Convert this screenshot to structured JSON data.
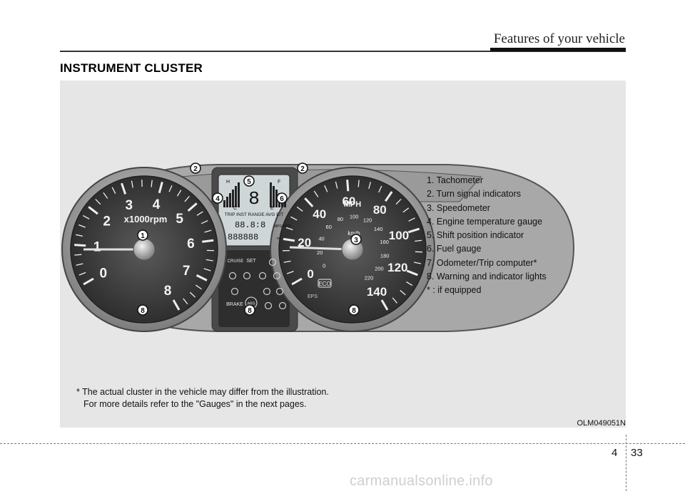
{
  "header": {
    "section": "Features of your vehicle"
  },
  "title": "INSTRUMENT CLUSTER",
  "legend": [
    "1. Tachometer",
    "2. Turn signal indicators",
    "3. Speedometer",
    "4. Engine temperature gauge",
    "5. Shift position indicator",
    "6. Fuel gauge",
    "7. Odometer/Trip computer*",
    "8. Warning and indicator lights",
    "* : if equipped"
  ],
  "note": {
    "line1": "* The actual cluster in the vehicle may differ from the illustration.",
    "line2": "For more details refer to the \"Gauges\" in the next pages."
  },
  "image_code": "OLM049051N",
  "footer": {
    "chapter": "4",
    "page": "33"
  },
  "watermark": "carmanualsonline.info",
  "tachometer": {
    "numbers": [
      "0",
      "1",
      "2",
      "3",
      "4",
      "5",
      "6",
      "7",
      "8"
    ],
    "unit": "x1000rpm"
  },
  "speedometer": {
    "mph_numbers": [
      "0",
      "20",
      "40",
      "60",
      "80",
      "100",
      "120",
      "140"
    ],
    "kmh_numbers": [
      "0",
      "20",
      "40",
      "60",
      "80",
      "100",
      "120",
      "140",
      "160",
      "180",
      "200",
      "220"
    ],
    "mph_label": "MPH",
    "kmh_label": "km/h",
    "eco_label": "ECO",
    "eps_label": "EPS"
  },
  "center_display": {
    "temp_h": "H",
    "temp_c": "C",
    "fuel_f": "F",
    "fuel_e": "E",
    "shift": "8",
    "trip_row": "TRIP INST RANGE AVG E/T",
    "digits_top": "88.8:8",
    "digits_bottom": "888888",
    "unit_top": "MPG/MPH",
    "unit_bottom": "mi.",
    "cruise": "CRUISE",
    "set": "SET",
    "brake": "BRAKE",
    "abs": "ABS"
  },
  "callouts": [
    {
      "id": "tach",
      "label": "1"
    },
    {
      "id": "turn-left",
      "label": "2"
    },
    {
      "id": "turn-right",
      "label": "2"
    },
    {
      "id": "speedo",
      "label": "3"
    },
    {
      "id": "temp",
      "label": "4"
    },
    {
      "id": "shift",
      "label": "5"
    },
    {
      "id": "fuel",
      "label": "6"
    },
    {
      "id": "warn-left",
      "label": "8"
    },
    {
      "id": "warn-center",
      "label": "8"
    },
    {
      "id": "warn-right",
      "label": "8"
    }
  ]
}
